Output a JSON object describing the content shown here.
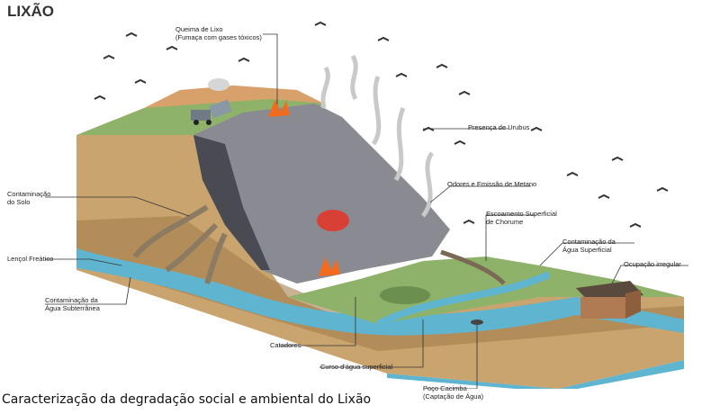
{
  "title": "LIXÃO",
  "caption": "Caracterização da degradação social e ambiental do Lixão",
  "labels": {
    "queima": [
      "Queima de Lixo",
      "(Fumaça com gases tóxicos)"
    ],
    "urubus": [
      "Presença de Urubus"
    ],
    "odores": [
      "Odores e Emissão de Metano"
    ],
    "escoamento": [
      "Escoamento Superficial",
      "de Chorume"
    ],
    "contam_agua_sup": [
      "Contaminação da",
      "Água Superficial"
    ],
    "ocupacao": [
      "Ocupação irregular"
    ],
    "contam_solo": [
      "Contaminação",
      "do Solo"
    ],
    "lencol": [
      "Lençol Freático"
    ],
    "contam_agua_sub": [
      "Contaminação da",
      "Água Subterrânea"
    ],
    "catadores": [
      "Catadores"
    ],
    "curso": [
      "Curso d'água superficial"
    ],
    "poco": [
      "Poço Cacimba",
      "(Captação de Água)"
    ]
  },
  "colors": {
    "grass": "#8fb26a",
    "soil": "#c9a46e",
    "water": "#5fb4cf",
    "garbage": "#8a8a92",
    "fire": "#f26b1d",
    "house": "#b07a52",
    "roof": "#5a4a3e"
  }
}
